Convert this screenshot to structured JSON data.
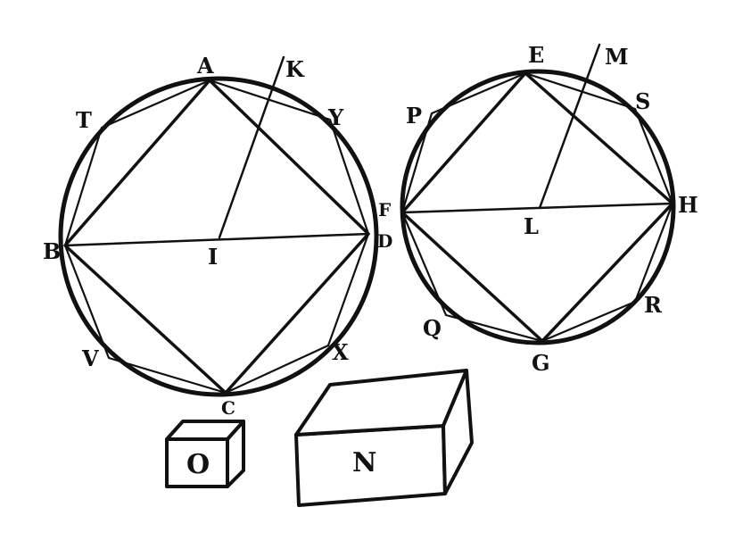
{
  "labels": {
    "A": "A",
    "K": "K",
    "T": "T",
    "Y": "Y",
    "B": "B",
    "I": "I",
    "D": "D",
    "V": "V",
    "X": "X",
    "C": "C",
    "E": "E",
    "M": "M",
    "P": "P",
    "S": "S",
    "F": "F",
    "H": "H",
    "L": "L",
    "Q": "Q",
    "R": "R",
    "G": "G",
    "O": "O",
    "N": "N"
  }
}
